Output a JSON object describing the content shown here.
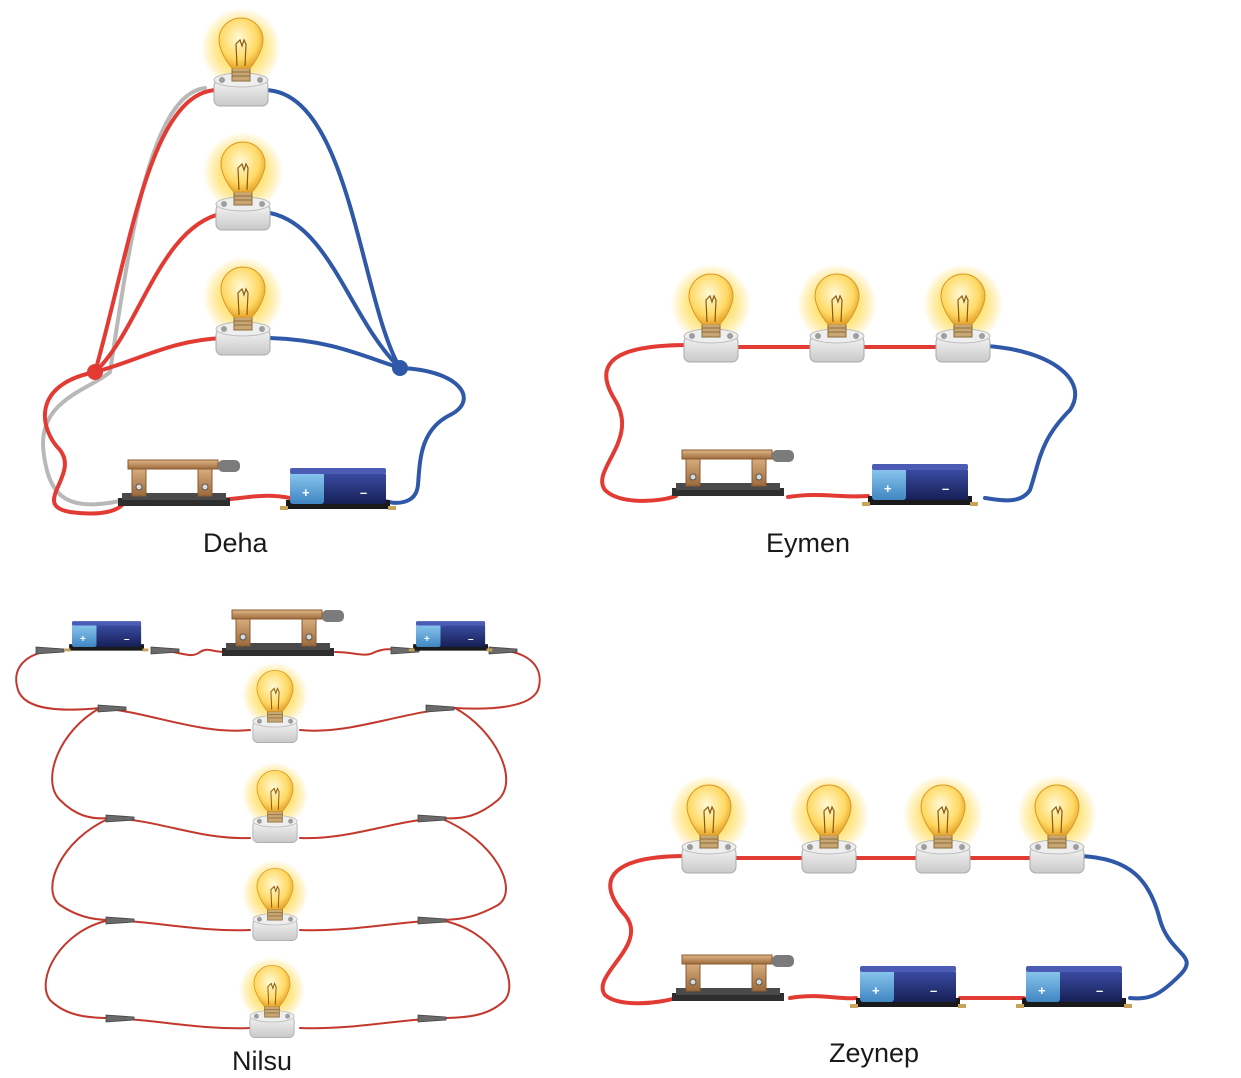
{
  "circuits": [
    {
      "id": "deha",
      "name": "Deha",
      "bulbs": 3,
      "batteries": 1,
      "switches": 1,
      "bulb_arrangement": "parallel"
    },
    {
      "id": "eymen",
      "name": "Eymen",
      "bulbs": 3,
      "batteries": 1,
      "switches": 1,
      "bulb_arrangement": "series"
    },
    {
      "id": "nilsu",
      "name": "Nilsu",
      "bulbs": 4,
      "batteries": 2,
      "switches": 1,
      "bulb_arrangement": "parallel"
    },
    {
      "id": "zeynep",
      "name": "Zeynep",
      "bulbs": 4,
      "batteries": 2,
      "switches": 1,
      "bulb_arrangement": "series"
    }
  ],
  "battery": {
    "plus_symbol": "+",
    "minus_symbol": "–"
  },
  "colors": {
    "wire_positive": "#e23b34",
    "wire_negative": "#2f58a8",
    "wire_thin": "#c2382d",
    "bulb_glow": "#ffd84a",
    "battery_body": "#1f2c6e",
    "battery_cap": "#5da7dc",
    "switch_copper": "#b98a5a",
    "switch_base": "#2e2e2e"
  }
}
